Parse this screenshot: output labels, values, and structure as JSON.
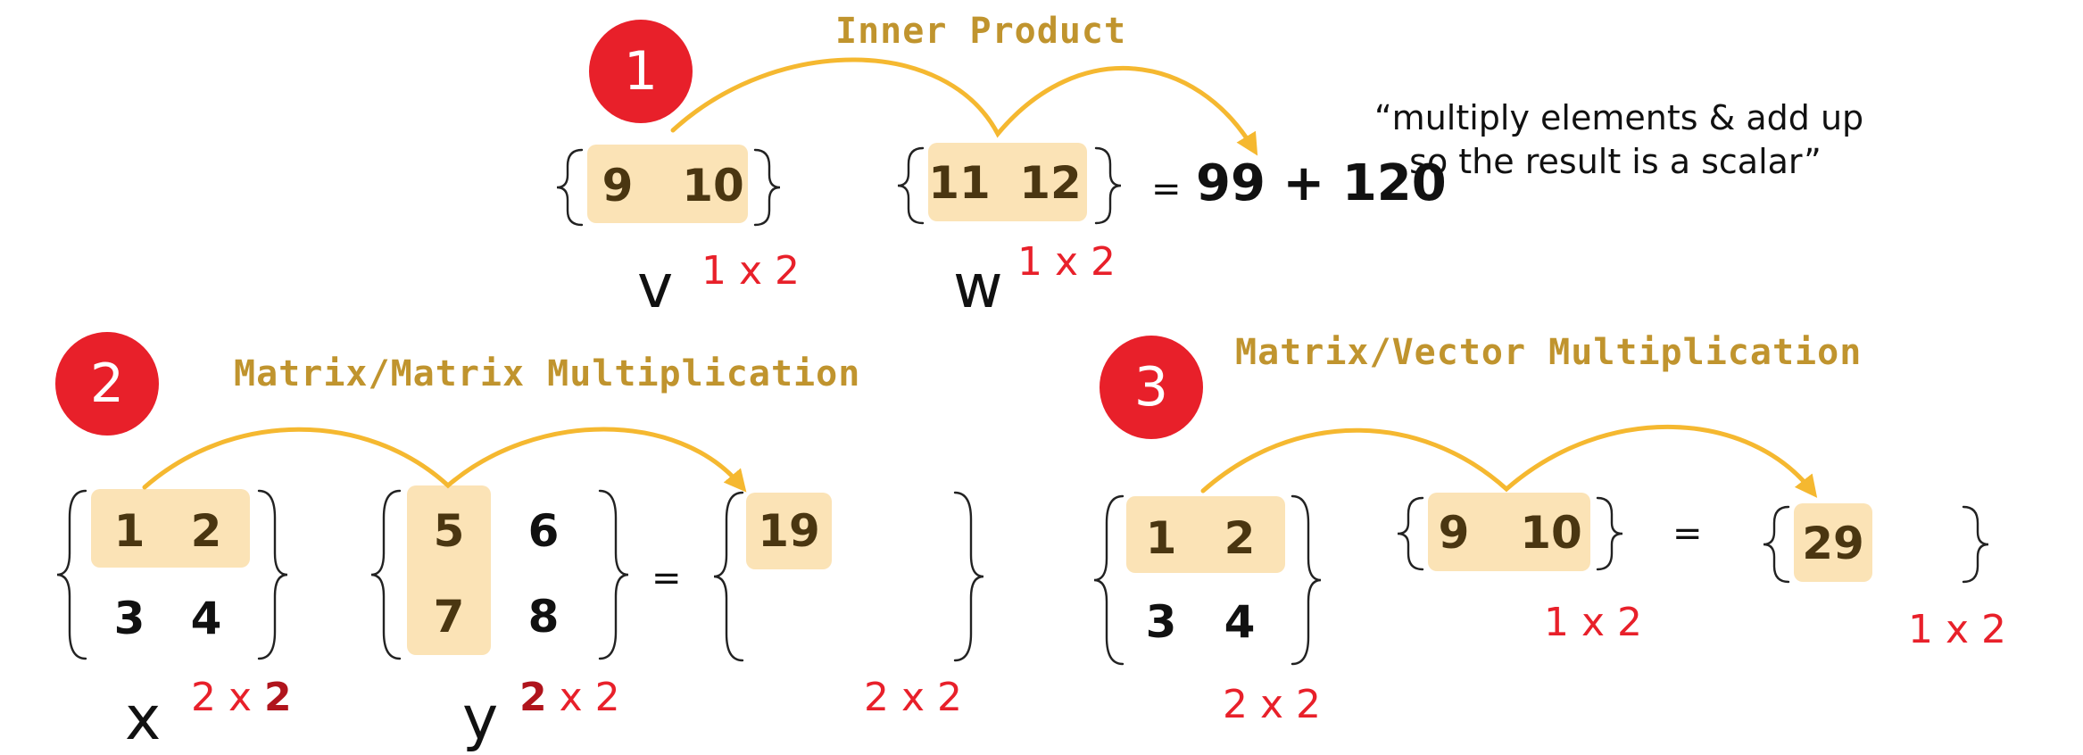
{
  "colors": {
    "badge": "#e8202a",
    "title": "#c0942e",
    "arrow": "#f5b830",
    "highlight": "#fbe3b6",
    "dimension": "#e8202a",
    "dimension_emphasis": "#b0141c"
  },
  "section1": {
    "badge": "1",
    "title": "Inner Product",
    "v": {
      "values": [
        "9",
        "10"
      ],
      "name": "v",
      "dim": "1 x 2"
    },
    "w": {
      "values": [
        "11",
        "12"
      ],
      "name": "w",
      "dim": "1 x 2"
    },
    "equals": "=",
    "result": "99 + 120",
    "quote_line1": "“multiply elements & add up",
    "quote_line2": "so the result is a scalar”"
  },
  "section2": {
    "badge": "2",
    "title": "Matrix/Matrix Multiplication",
    "x": {
      "values": [
        "1",
        "2",
        "3",
        "4"
      ],
      "name": "x",
      "dim_prefix": "2 x ",
      "dim_emph": "2"
    },
    "y": {
      "values": [
        "5",
        "6",
        "7",
        "8"
      ],
      "name": "y",
      "dim_emph": "2",
      "dim_suffix": " x 2"
    },
    "equals": "=",
    "result_value": "19",
    "result_dim": "2 x 2"
  },
  "section3": {
    "badge": "3",
    "title": "Matrix/Vector Multiplication",
    "matrix": {
      "values": [
        "1",
        "2",
        "3",
        "4"
      ],
      "dim": "2 x 2"
    },
    "vector": {
      "values": [
        "9",
        "10"
      ],
      "dim": "1 x 2"
    },
    "equals": "=",
    "result_value": "29",
    "result_dim": "1 x 2"
  }
}
